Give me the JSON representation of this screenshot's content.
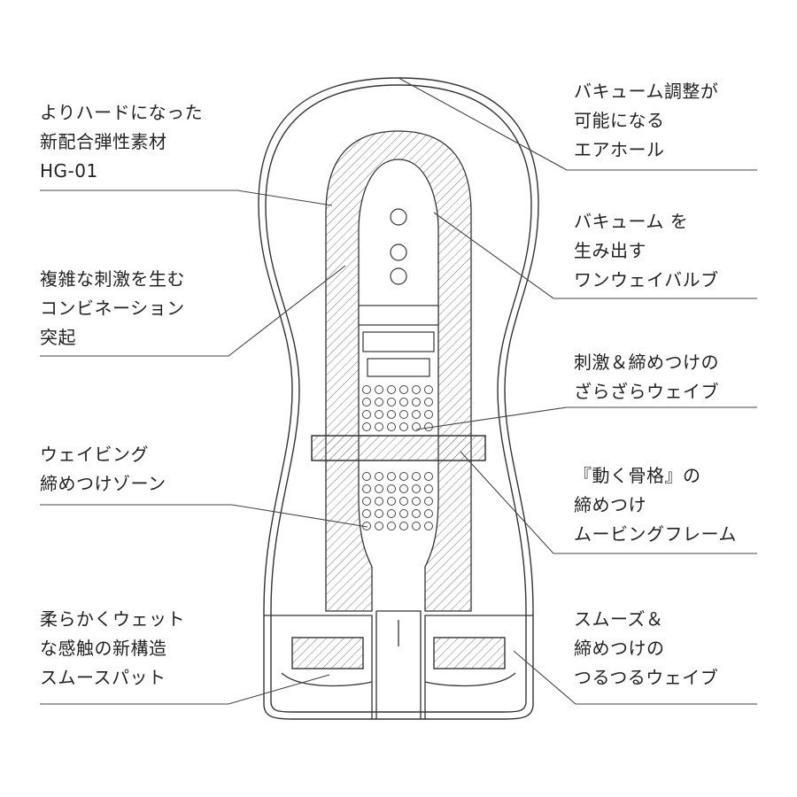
{
  "left_labels": [
    {
      "lines": [
        "よりハードになった",
        "新配合弾性素材",
        "HG-01"
      ]
    },
    {
      "lines": [
        "複雑な刺激を生む",
        "コンビネーション",
        "突起"
      ]
    },
    {
      "lines": [
        "ウェイビング",
        "締めつけゾーン"
      ]
    },
    {
      "lines": [
        "柔らかくウェット",
        "な感触の新構造",
        "スムースパット"
      ]
    }
  ],
  "right_labels": [
    {
      "lines": [
        "バキューム調整が",
        "可能になる",
        "エアホール"
      ]
    },
    {
      "lines": [
        "バキューム を",
        "生み出す",
        "ワンウェイバルブ"
      ]
    },
    {
      "lines": [
        "刺激＆締めつけの",
        "ざらざらウェイブ"
      ]
    },
    {
      "lines": [
        "『動く骨格』の",
        "締めつけ",
        "ムービングフレーム"
      ]
    },
    {
      "lines": [
        "スムーズ＆",
        "締めつけの",
        "つるつるウェイブ"
      ]
    }
  ]
}
